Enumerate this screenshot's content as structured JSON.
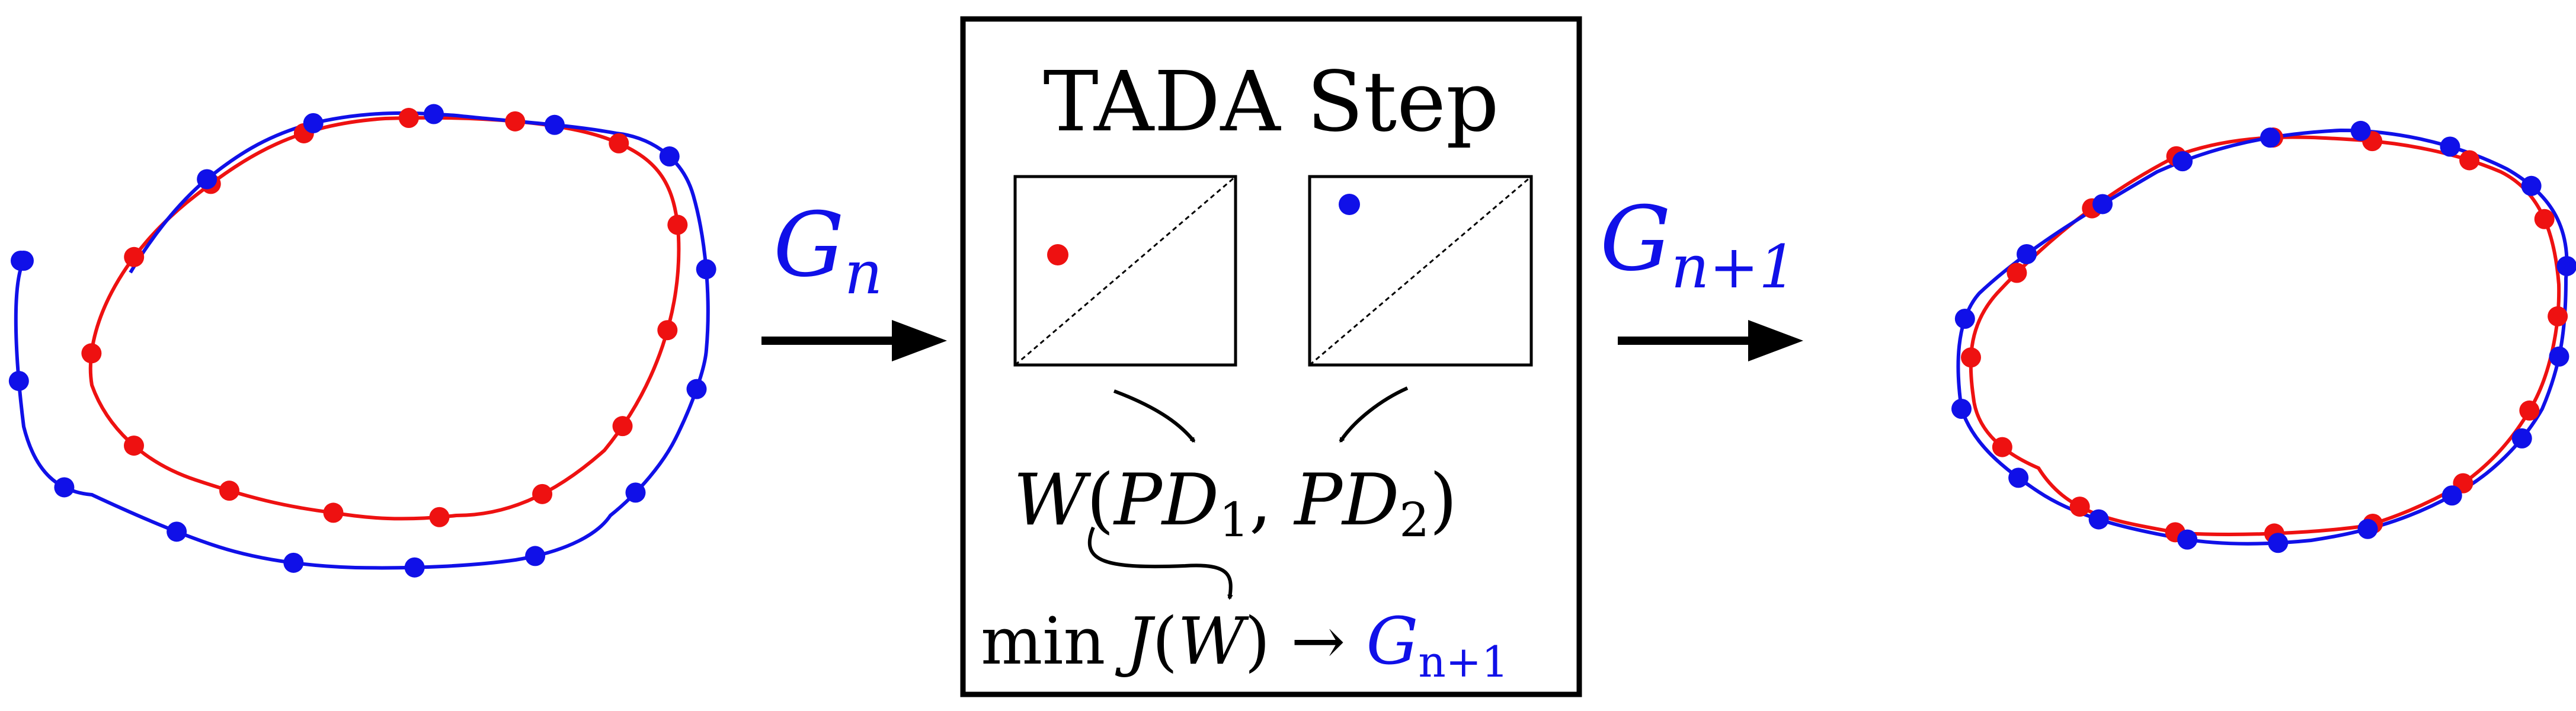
{
  "colors": {
    "red": "#ee1111",
    "blue": "#1010e8",
    "black": "#000000",
    "background": "#ffffff"
  },
  "diagram": {
    "left_arrow_label": {
      "base": "G",
      "sub": "n"
    },
    "right_arrow_label": {
      "base": "G",
      "sub": "n+1"
    },
    "box": {
      "title": "TADA Step",
      "formula_w": {
        "W": "W",
        "PD": "PD",
        "sub1": "1",
        "sub2": "2"
      },
      "formula_min": {
        "min": "min",
        "J": "J",
        "W": "W",
        "arrow": "→",
        "G": "G",
        "sub": "n+1"
      }
    },
    "persistence_diagrams": [
      {
        "name": "PD1",
        "point_color": "red"
      },
      {
        "name": "PD2",
        "point_color": "blue"
      }
    ]
  }
}
